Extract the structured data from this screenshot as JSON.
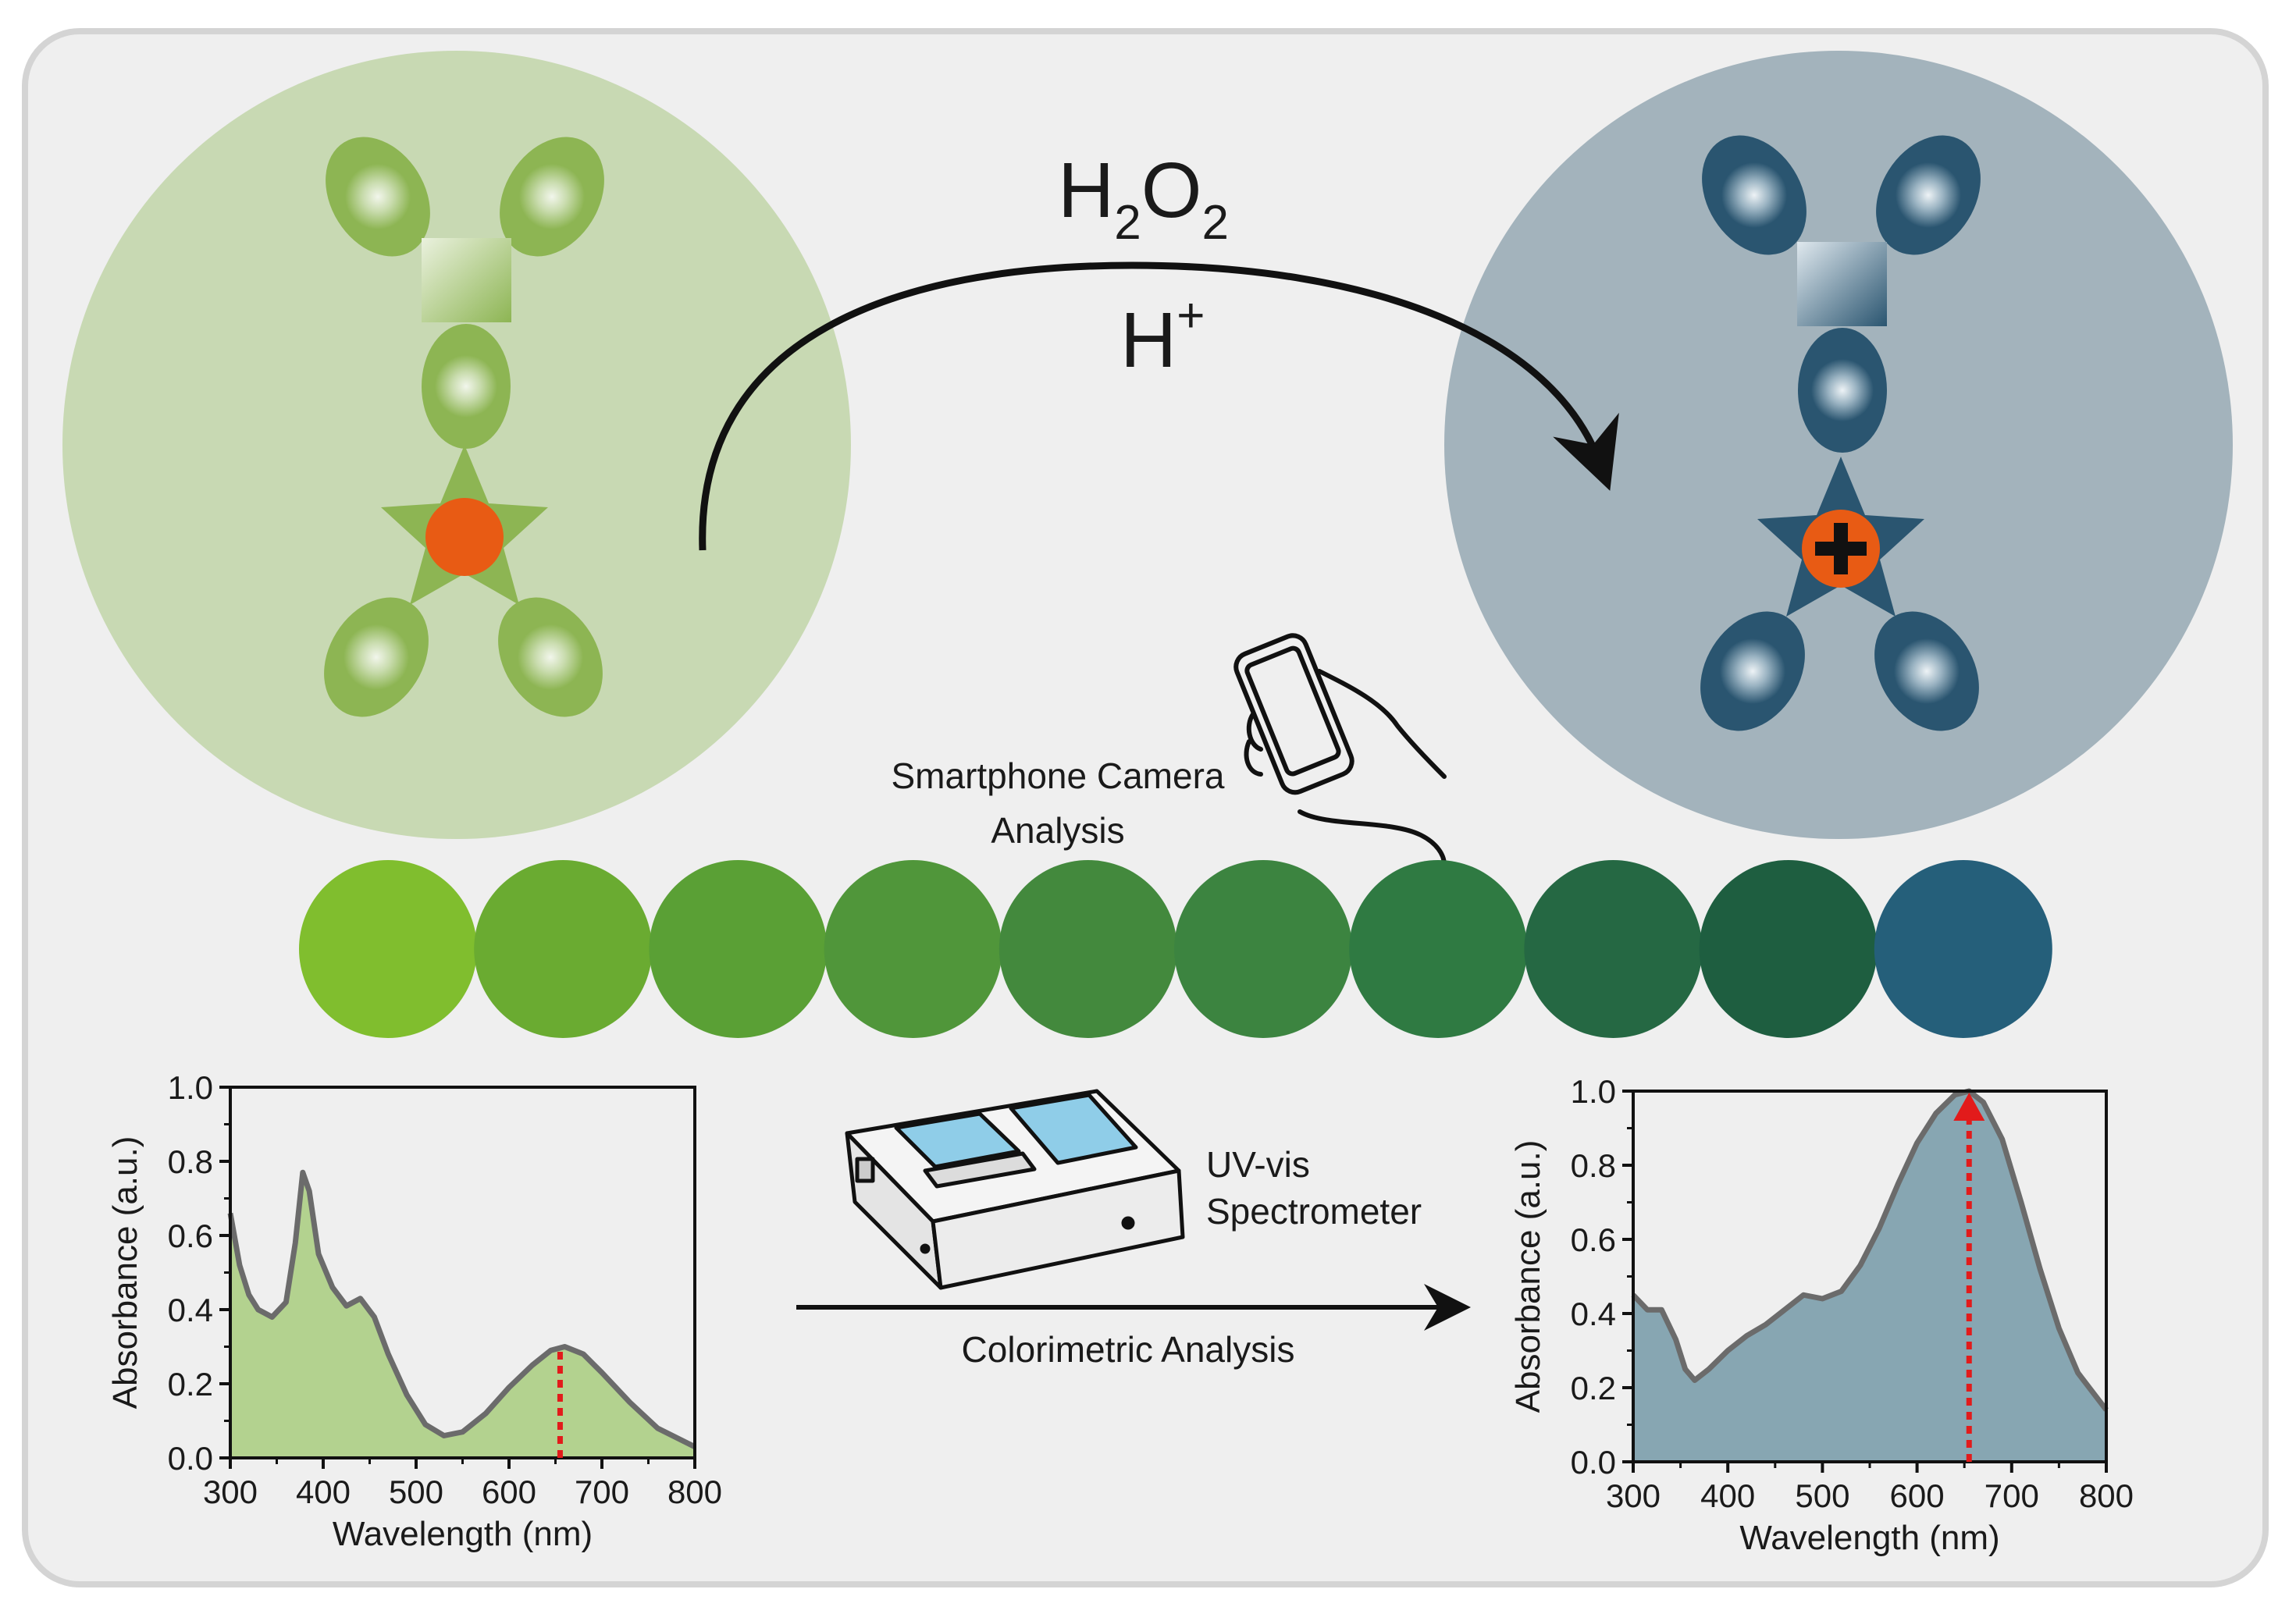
{
  "reaction": {
    "reagent1_main": "H",
    "reagent1_sub1": "2",
    "reagent1_o": "O",
    "reagent1_sub2": "2",
    "reagent2_main": "H",
    "reagent2_sup": "+"
  },
  "labels": {
    "smartphone_line1": "Smartphone Camera",
    "smartphone_line2": "Analysis",
    "uvvis_line1": "UV-vis",
    "uvvis_line2": "Spectrometer",
    "colorimetric": "Colorimetric Analysis"
  },
  "colors": {
    "panel_bg": "#efefef",
    "panel_border": "#d4d4d4",
    "green_circle": "#c8d9b3",
    "blue_circle": "#a3b3bc",
    "green_mol": "#8db553",
    "blue_mol": "#2a5570",
    "core": "#e85b14",
    "swatches": [
      "#80be2e",
      "#6aab31",
      "#5aa035",
      "#50963a",
      "#43893d",
      "#3c8440",
      "#2f7a42",
      "#256843",
      "#1e5e40",
      "#255f7a"
    ]
  },
  "chart_data": [
    {
      "type": "area",
      "xlabel": "Wavelength (nm)",
      "ylabel": "Absorbance (a.u.)",
      "xlim": [
        300,
        800
      ],
      "ylim": [
        0.0,
        1.0
      ],
      "xticks": [
        "300",
        "400",
        "500",
        "600",
        "700",
        "800"
      ],
      "yticks": [
        "0.0",
        "0.2",
        "0.4",
        "0.6",
        "0.8",
        "1.0"
      ],
      "fill": "#b3d28f",
      "line": "#6b6b6b",
      "x": [
        300,
        310,
        320,
        330,
        345,
        360,
        370,
        378,
        385,
        395,
        410,
        425,
        440,
        455,
        470,
        490,
        510,
        530,
        550,
        575,
        600,
        625,
        645,
        660,
        680,
        700,
        730,
        760,
        800
      ],
      "y": [
        0.66,
        0.52,
        0.44,
        0.4,
        0.38,
        0.42,
        0.58,
        0.77,
        0.72,
        0.55,
        0.46,
        0.41,
        0.43,
        0.38,
        0.28,
        0.17,
        0.09,
        0.06,
        0.07,
        0.12,
        0.19,
        0.25,
        0.29,
        0.3,
        0.28,
        0.23,
        0.15,
        0.08,
        0.03
      ],
      "marker_line": {
        "x": 655,
        "y": 0.3,
        "color": "#e21b1b",
        "arrow": false
      }
    },
    {
      "type": "area",
      "xlabel": "Wavelength (nm)",
      "ylabel": "Absorbance (a.u.)",
      "xlim": [
        300,
        800
      ],
      "ylim": [
        0.0,
        1.0
      ],
      "xticks": [
        "300",
        "400",
        "500",
        "600",
        "700",
        "800"
      ],
      "yticks": [
        "0.0",
        "0.2",
        "0.4",
        "0.6",
        "0.8",
        "1.0"
      ],
      "fill": "#87a6b2",
      "line": "#6b6b6b",
      "x": [
        300,
        315,
        330,
        345,
        355,
        365,
        380,
        400,
        420,
        440,
        460,
        480,
        500,
        520,
        540,
        560,
        580,
        600,
        620,
        640,
        655,
        670,
        690,
        710,
        730,
        750,
        770,
        800
      ],
      "y": [
        0.45,
        0.41,
        0.41,
        0.33,
        0.25,
        0.22,
        0.25,
        0.3,
        0.34,
        0.37,
        0.41,
        0.45,
        0.44,
        0.46,
        0.53,
        0.63,
        0.75,
        0.86,
        0.94,
        0.99,
        1.0,
        0.97,
        0.87,
        0.7,
        0.52,
        0.36,
        0.24,
        0.14
      ],
      "marker_line": {
        "x": 655,
        "y": 1.0,
        "color": "#e21b1b",
        "arrow": true
      }
    }
  ]
}
